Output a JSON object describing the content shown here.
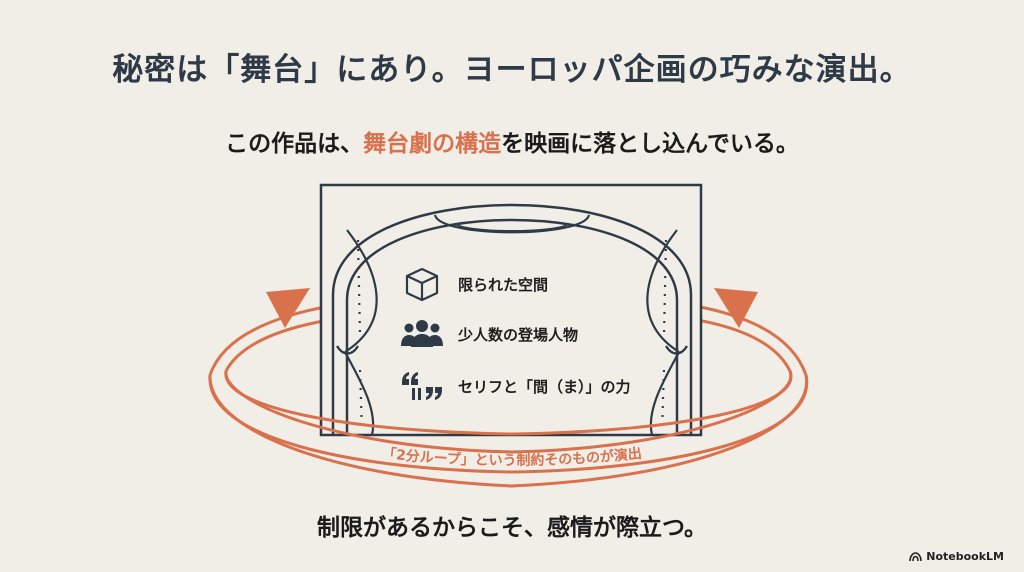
{
  "title": "秘密は「舞台」にあり。ヨーロッパ企画の巧みな演出。",
  "subtitle": {
    "before": "この作品は、",
    "highlight": "舞台劇の構造",
    "after": "を映画に落とし込んでいる。"
  },
  "features": [
    {
      "icon": "cube-icon",
      "label": "限られた空間"
    },
    {
      "icon": "people-group-icon",
      "label": "少人数の登場人物"
    },
    {
      "icon": "dialogue-pause-icon",
      "label": "セリフと「間（ま）」の力"
    }
  ],
  "loop_label": "「2分ループ」という制約そのものが演出",
  "conclusion": "制限があるからこそ、感情が際立つ。",
  "brand": "NotebookLM",
  "colors": {
    "accent": "#d9714d",
    "ink": "#2f3a47",
    "background": "#f1eee8"
  }
}
